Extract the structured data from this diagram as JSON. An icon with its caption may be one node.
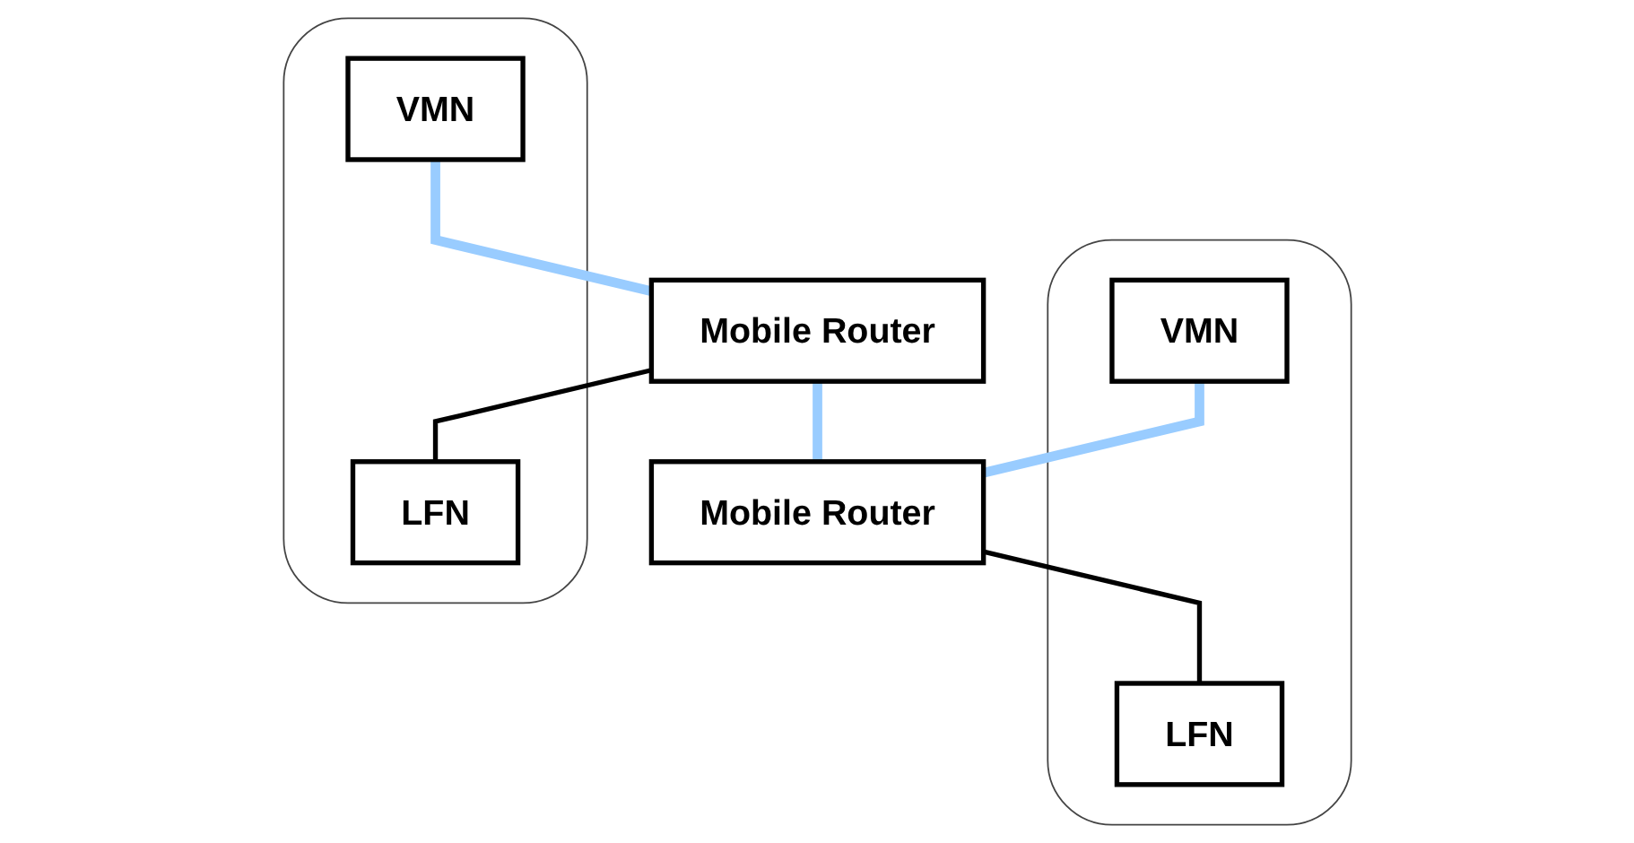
{
  "diagram": {
    "nodes": [
      {
        "text": [],
        "shape": "cloud"
      },
      {
        "text": [
          "Mobile Router"
        ]
      },
      {
        "text": [
          "VMN"
        ],
        "in": 0
      },
      {
        "text": [
          "LFN"
        ],
        "in": 0
      },
      {
        "text": [],
        "shape": "cloud"
      },
      {
        "text": [
          "Mobile Router"
        ]
      },
      {
        "text": [
          "VMN"
        ],
        "in": 4
      },
      {
        "text": [
          "LFN"
        ],
        "in": 4
      }
    ],
    "edges": [
      {
        "from": 2,
        "to": 1,
        "arrow": "none",
        "color": "#99ccff"
      },
      {
        "from": 5,
        "to": 1,
        "arrow": "none",
        "color": "#99ccff"
      },
      {
        "from": 1,
        "to": 3,
        "arrow": "none",
        "color": "#000000"
      },
      {
        "from": 6,
        "to": 5,
        "arrow": "none",
        "color": "#99ccff"
      },
      {
        "from": 5,
        "to": 7,
        "arrow": "none",
        "color": "#000000"
      }
    ]
  }
}
